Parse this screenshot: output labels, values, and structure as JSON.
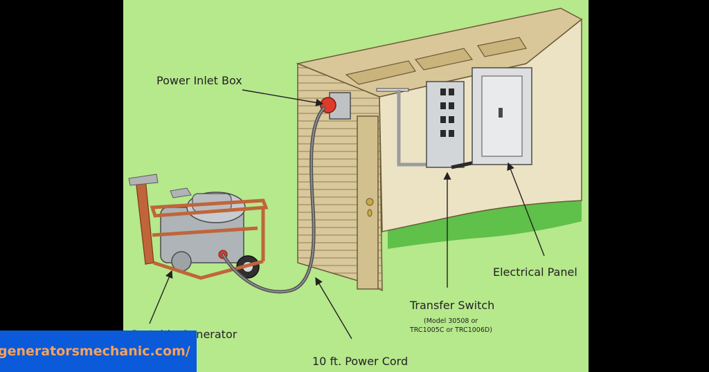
{
  "colors": {
    "background": "#000000",
    "panel": "#b6e88c",
    "siding": "#d8c89c",
    "wall": "#ece3c4",
    "banner": "#0a5ad9",
    "banner_text": "#f5a25c",
    "label_text": "#222222",
    "cord": "#555555",
    "generator_frame": "#c0653a"
  },
  "labels": {
    "power_inlet_box": "Power Inlet Box",
    "electrical_panel": "Electrical Panel",
    "transfer_switch": "Transfer Switch",
    "transfer_switch_model_1": "(Model 30508 or",
    "transfer_switch_model_2": "TRC1005C or TRC1006D)",
    "portable_generator": "Portable Generator",
    "power_cord": "10 ft. Power Cord"
  },
  "banner": {
    "text": "generatorsmechanic.com/"
  }
}
